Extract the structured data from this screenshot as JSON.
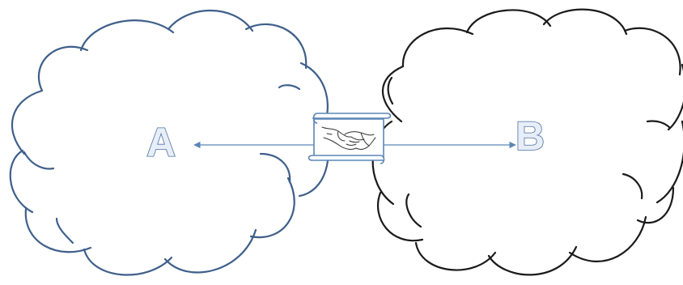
{
  "diagram": {
    "cloud_a": {
      "label": "A",
      "outline_color": "#3e5f8a"
    },
    "cloud_b": {
      "label": "B",
      "outline_color": "#1a1a1a"
    },
    "connector": {
      "color": "#5b86b5",
      "direction": "bidirectional"
    },
    "agreement": {
      "icon": "handshake-scroll-icon",
      "scroll_color": "#5b86b5"
    },
    "letter_outline_color": "#4a6fa0"
  }
}
